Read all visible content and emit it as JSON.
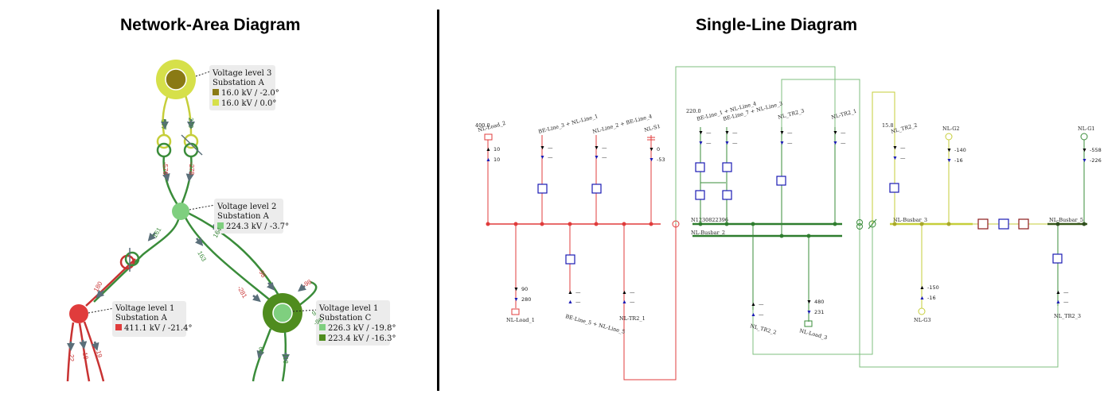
{
  "titles": {
    "nad": "Network-Area Diagram",
    "sld": "Single-Line Diagram"
  },
  "colors": {
    "vl400": "#e03c3c",
    "vl225": "#3a8c3a",
    "vl225_light": "#7fcf7f",
    "vl16_dark": "#8a7a14",
    "vl16_light": "#d6e04a",
    "arrow": "#5a6f7a",
    "breaker": "#1a1ab4"
  },
  "nad": {
    "vl3": {
      "title": "Voltage level 3",
      "substation": "Substation A",
      "row1": "16.0 kV / -2.0°",
      "row2": "16.0 kV / 0.0°"
    },
    "vl2": {
      "title": "Voltage level 2",
      "substation": "Substation A",
      "row1": "224.3 kV / -3.7°"
    },
    "vl1a": {
      "title": "Voltage level 1",
      "substation": "Substation A",
      "row1": "411.1 kV / -21.4°"
    },
    "vl1c": {
      "title": "Voltage level 1",
      "substation": "Substation C",
      "row1": "226.3 kV / -19.8°",
      "row2": "223.4 kV / -16.3°"
    },
    "flows": {
      "f577": "577",
      "f279": "279",
      "f576": "-576",
      "f278": "-278",
      "f161": "161",
      "f164": "164",
      "f163": "163",
      "f98a": "-98",
      "f281": "-281",
      "f98b": "-98",
      "f180": "180",
      "f100": "100",
      "f96": "-96",
      "f9": "9",
      "f60": "60",
      "f118": "118",
      "f22": "22",
      "f18": "18",
      "f19": "19"
    }
  },
  "sld": {
    "vl400": {
      "voltage": "400.0",
      "feeders": [
        {
          "name": "NL-Load_2",
          "v1": "10",
          "v2": "10"
        },
        {
          "name": "BE-Line_3 + NL-Line_1",
          "v1": "—",
          "v2": "—"
        },
        {
          "name": "NL-Line_2 + BE-Line_4",
          "v1": "—",
          "v2": "—"
        },
        {
          "name": "NL-S1",
          "v1": "0",
          "v2": "-53"
        }
      ],
      "bottom": [
        {
          "name": "NL-Load_1",
          "v1": "90",
          "v2": "280"
        },
        {
          "name": "BE-Line_5 + NL-Line_5",
          "v1": "—",
          "v2": "—"
        },
        {
          "name": "NL-TR2_1",
          "v1": "—",
          "v2": "—"
        }
      ]
    },
    "vl220": {
      "voltage": "220.0",
      "busbar1": "N1230822396",
      "busbar2": "NL-Busbar_2",
      "feeders": [
        {
          "name": "BE-Line_1 + NL-Line_4",
          "v1": "—",
          "v2": "—"
        },
        {
          "name": "BE-Line_7 + NL-Line_3",
          "v1": "—",
          "v2": "—"
        },
        {
          "name": "NL_TR2_3",
          "v1": "—",
          "v2": "—"
        },
        {
          "name": "NL-TR2_1",
          "v1": "—",
          "v2": "—"
        }
      ],
      "bottom": [
        {
          "name": "NL_TR2_2",
          "v1": "—",
          "v2": "—"
        },
        {
          "name": "NL-Load_3",
          "v1": "480",
          "v2": "231"
        }
      ]
    },
    "vl15": {
      "voltage": "15.8",
      "busbar3": "NL-Busbar_3",
      "busbar5": "NL-Busbar_5",
      "feeders": [
        {
          "name": "NL_TR2_2",
          "v1": "—",
          "v2": "—"
        },
        {
          "name": "NL-G2",
          "v1": "-140",
          "v2": "-16"
        },
        {
          "name": "NL-G1",
          "v1": "-558",
          "v2": "-226"
        }
      ],
      "bottom": [
        {
          "name": "NL-G3",
          "v1": "-150",
          "v2": "-16"
        },
        {
          "name": "NL_TR2_3",
          "v1": "—",
          "v2": "—"
        }
      ]
    }
  }
}
